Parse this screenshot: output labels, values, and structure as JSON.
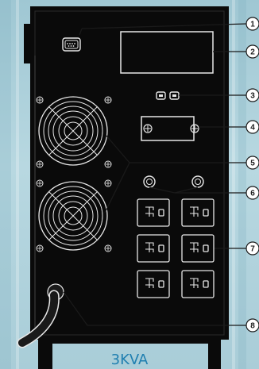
{
  "model_caption": "3KVA",
  "callouts": [
    {
      "number": "1",
      "target": "serial-port"
    },
    {
      "number": "2",
      "target": "expansion-slot-cover"
    },
    {
      "number": "3",
      "target": "network-ports"
    },
    {
      "number": "4",
      "target": "input-breaker"
    },
    {
      "number": "5",
      "target": "cooling-fans"
    },
    {
      "number": "6",
      "target": "output-breakers"
    },
    {
      "number": "7",
      "target": "output-outlets"
    },
    {
      "number": "8",
      "target": "power-cord"
    }
  ],
  "colors": {
    "cabinet": "#0a0a0a",
    "line": "#e8e8e8",
    "caption": "#1f7fb0",
    "callout_fill": "#ffffff"
  }
}
